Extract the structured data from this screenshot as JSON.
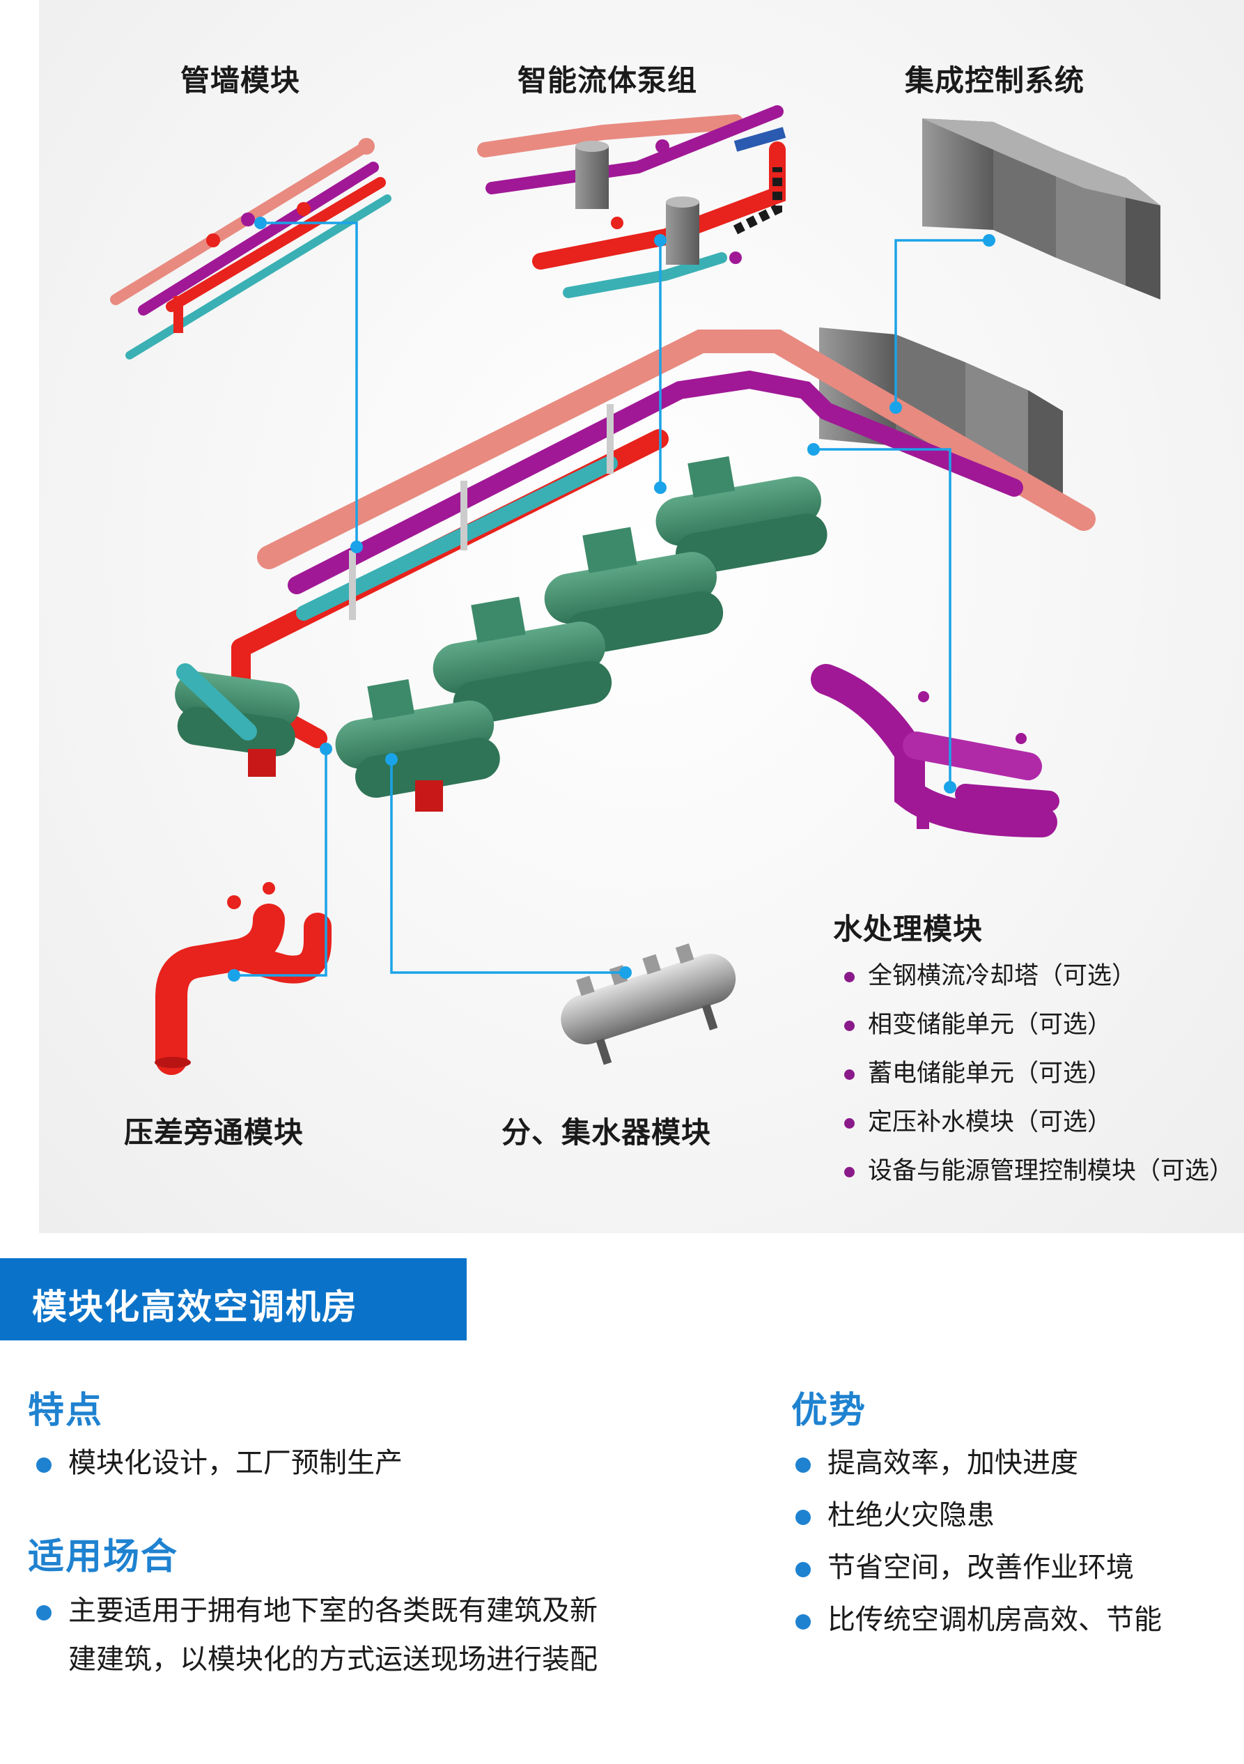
{
  "diagram": {
    "labels": {
      "pipe_wall": "管墙模块",
      "pump_group": "智能流体泵组",
      "control_system": "集成控制系统",
      "water_treatment": "水处理模块",
      "bypass": "压差旁通模块",
      "collector": "分、集水器模块"
    },
    "water_treatment_items": [
      "全钢横流冷却塔（可选）",
      "相变储能单元（可选）",
      "蓄电储能单元（可选）",
      "定压补水模块（可选）",
      "设备与能源管理控制模块（可选）"
    ],
    "colors": {
      "callout_line": "#1aa3e8",
      "pipe_pink": "#e88a80",
      "pipe_red": "#e8221c",
      "pipe_purple": "#a01896",
      "pipe_teal": "#3ab0b4",
      "equipment_green": "#3d8a6a",
      "cabinet_gray": "#7a7a7a",
      "list_dot": "#8a1a8a"
    }
  },
  "banner": {
    "title": "模块化高效空调机房",
    "color": "#0a73c9"
  },
  "features": {
    "title": "特点",
    "items": [
      "模块化设计，工厂预制生产"
    ]
  },
  "scenarios": {
    "title": "适用场合",
    "line1": "主要适用于拥有地下室的各类既有建筑及新",
    "line2": "建建筑，以模块化的方式运送现场进行装配"
  },
  "advantages": {
    "title": "优势",
    "items": [
      "提高效率，加快进度",
      "杜绝火灾隐患",
      "节省空间，改善作业环境",
      "比传统空调机房高效、节能"
    ]
  },
  "accent_color": "#1f82d0"
}
